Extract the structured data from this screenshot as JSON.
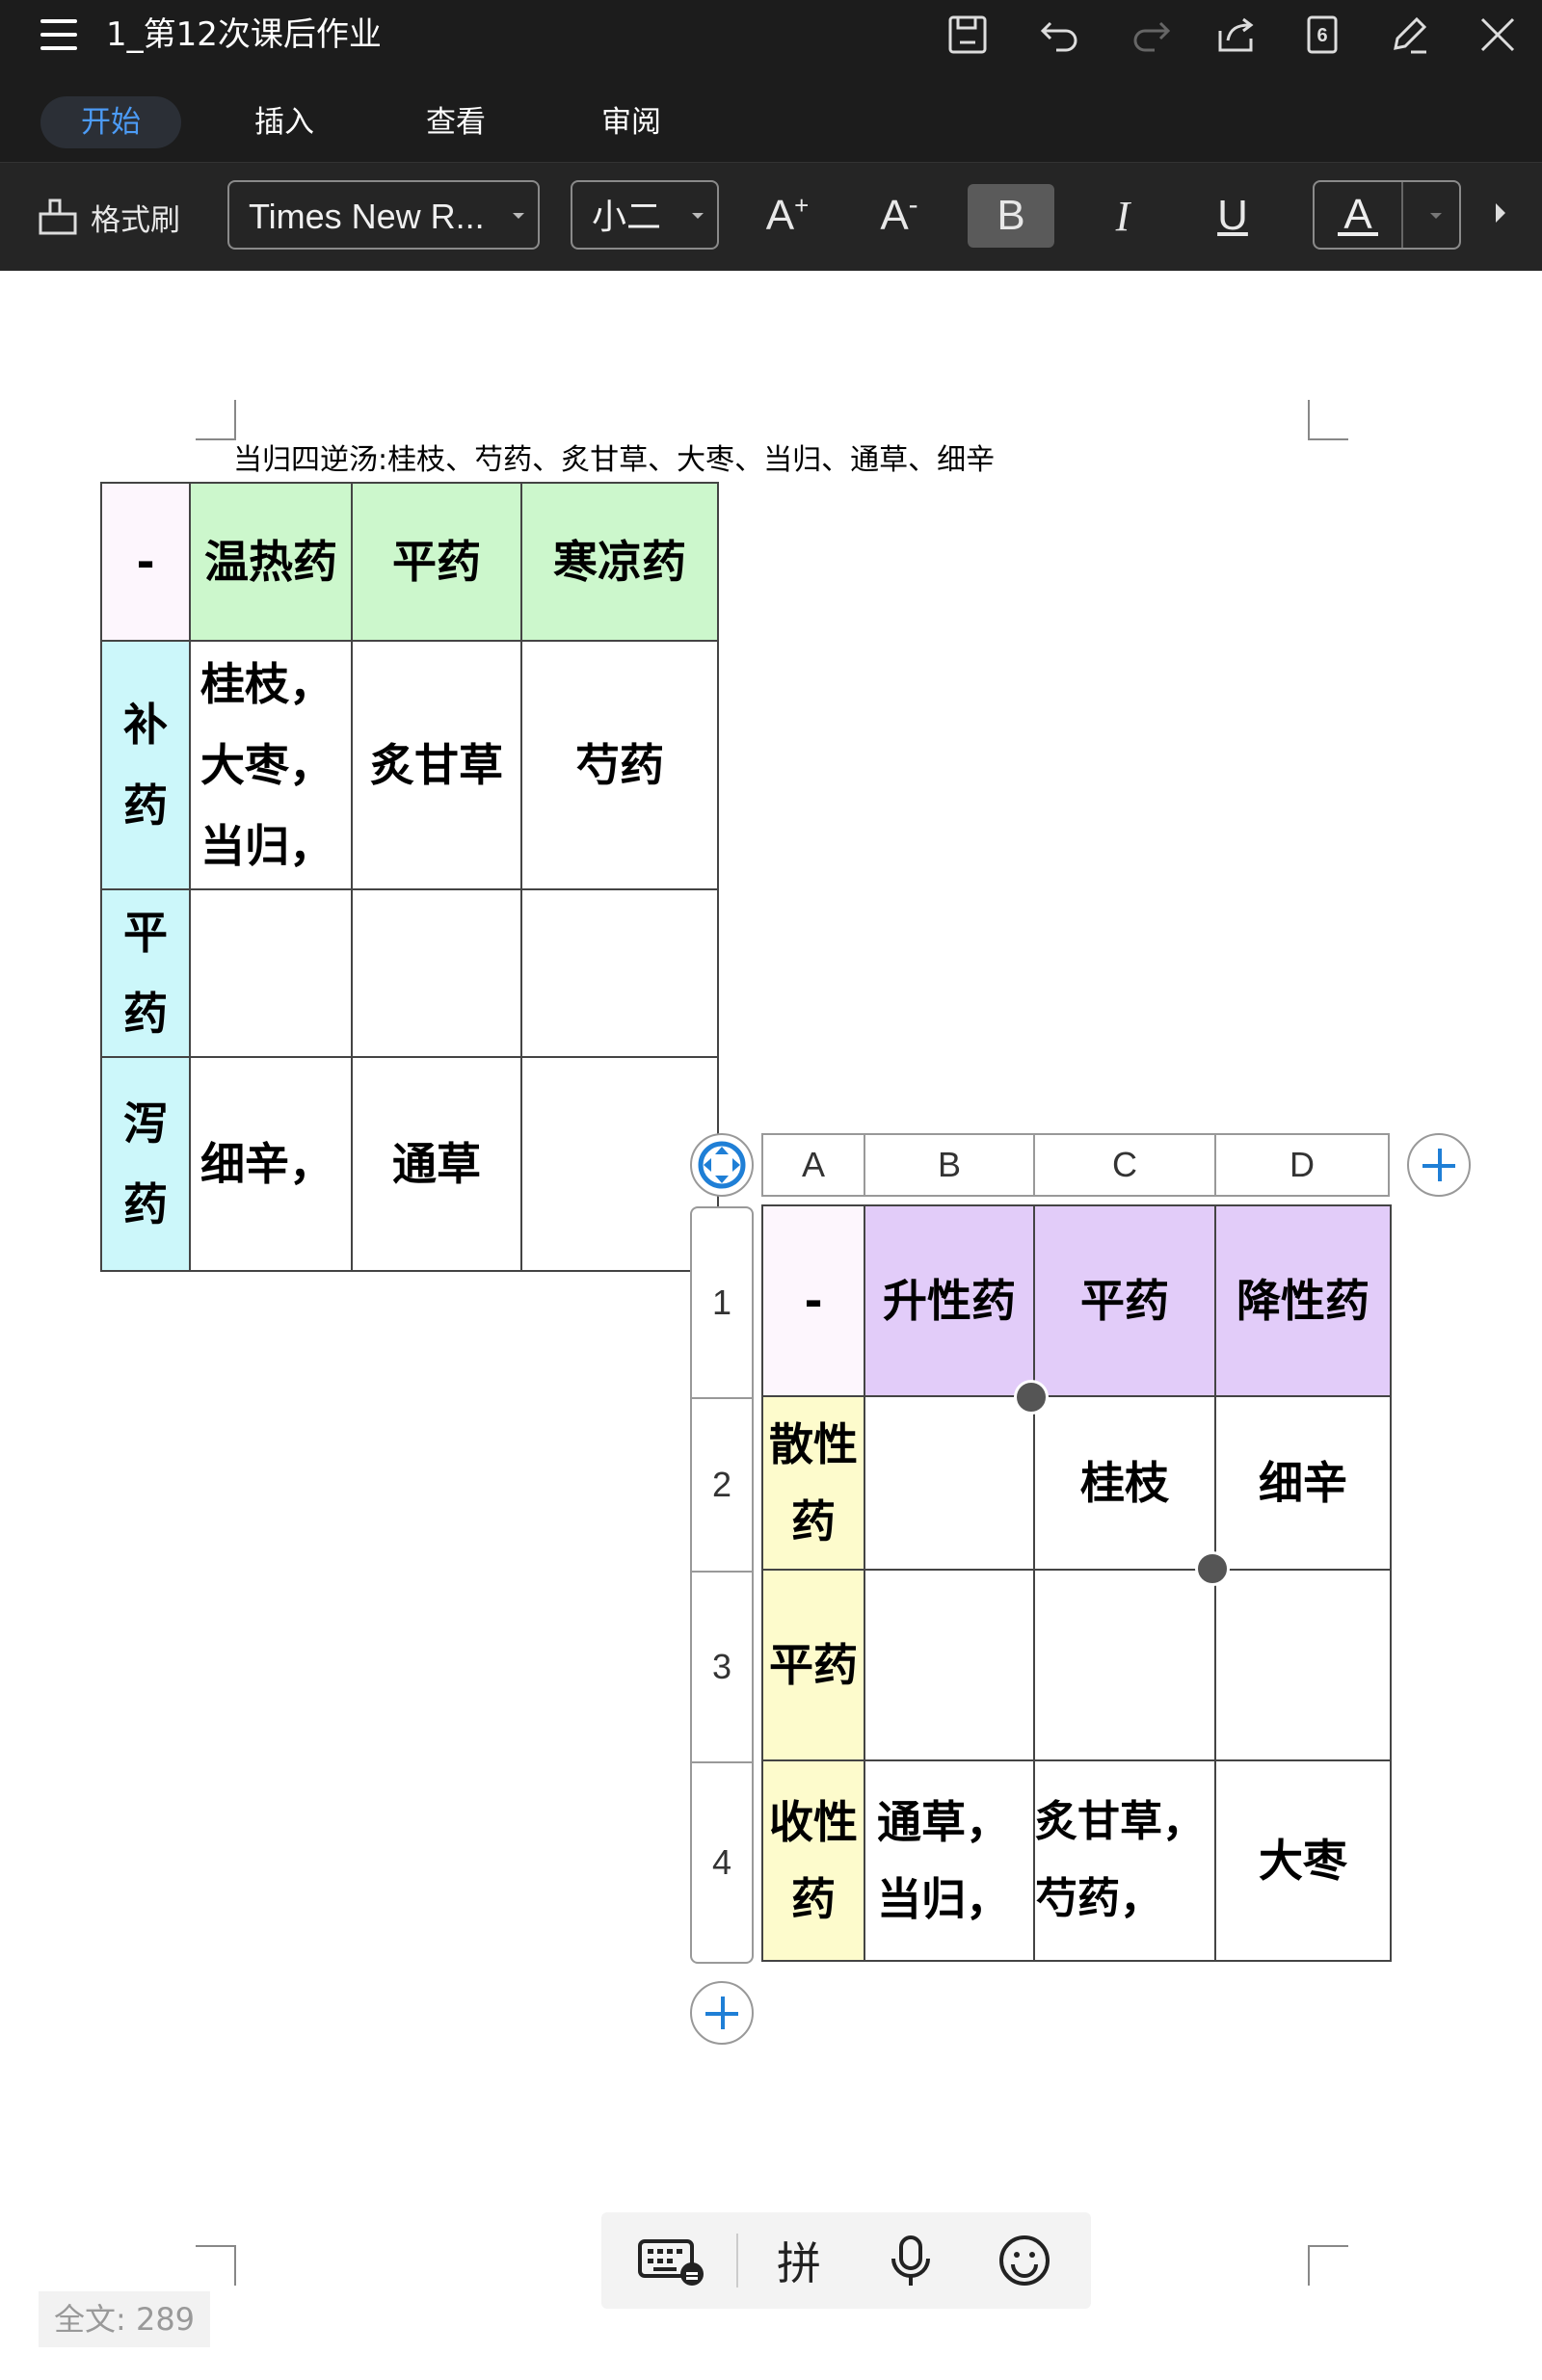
{
  "titlebar": {
    "title": "1_第12次课后作业",
    "tabs_count": "6",
    "icons": [
      "menu-icon",
      "save-icon",
      "undo-icon",
      "redo-icon",
      "share-icon",
      "tabs-count-icon",
      "edit-icon",
      "close-icon"
    ]
  },
  "tabs": [
    {
      "label": "开始",
      "active": true
    },
    {
      "label": "插入",
      "active": false
    },
    {
      "label": "查看",
      "active": false
    },
    {
      "label": "审阅",
      "active": false
    }
  ],
  "toolbar": {
    "format_painter_label": "格式刷",
    "font_name": "Times New R...",
    "font_size": "小二",
    "increase_font": "A+",
    "decrease_font": "A-",
    "bold": "B",
    "italic": "I",
    "underline": "U",
    "font_color": "A"
  },
  "document": {
    "line1": "当归四逆汤:桂枝、芍药、炙甘草、大枣、当归、通草、细辛",
    "table1": {
      "header": [
        "-",
        "温热药",
        "平药",
        "寒凉药"
      ],
      "rows": [
        {
          "label": "补药",
          "cells": [
            "桂枝，\n大枣，\n当归，",
            "炙甘草",
            "芍药"
          ]
        },
        {
          "label": "平药",
          "cells": [
            "",
            "",
            ""
          ]
        },
        {
          "label": "泻药",
          "cells": [
            "细辛，",
            "通草",
            ""
          ]
        }
      ]
    },
    "table2": {
      "col_letters": [
        "A",
        "B",
        "C",
        "D"
      ],
      "row_numbers": [
        "1",
        "2",
        "3",
        "4"
      ],
      "header": [
        "-",
        "升性药",
        "平药",
        "降性药"
      ],
      "rows": [
        {
          "label": "散性药",
          "cells": [
            "",
            "桂枝",
            "细辛"
          ]
        },
        {
          "label": "平药",
          "cells": [
            "",
            "",
            ""
          ]
        },
        {
          "label": "收性药",
          "cells": [
            "通草，\n当归，",
            "炙甘草，\n芍药，",
            "大枣"
          ]
        }
      ]
    }
  },
  "ime": {
    "pinyin_label": "拼",
    "icons": [
      "keyboard-icon",
      "microphone-icon",
      "emoji-icon"
    ]
  },
  "status": {
    "word_count": "全文: 289"
  },
  "colors": {
    "active_tab": "#4c9bf5",
    "green_header": "#ccf7cc",
    "cyan_header": "#ccf7fa",
    "purple_header": "#e2ccf9",
    "yellow_header": "#fdfbcc",
    "add_button": "#1f7fd6"
  }
}
